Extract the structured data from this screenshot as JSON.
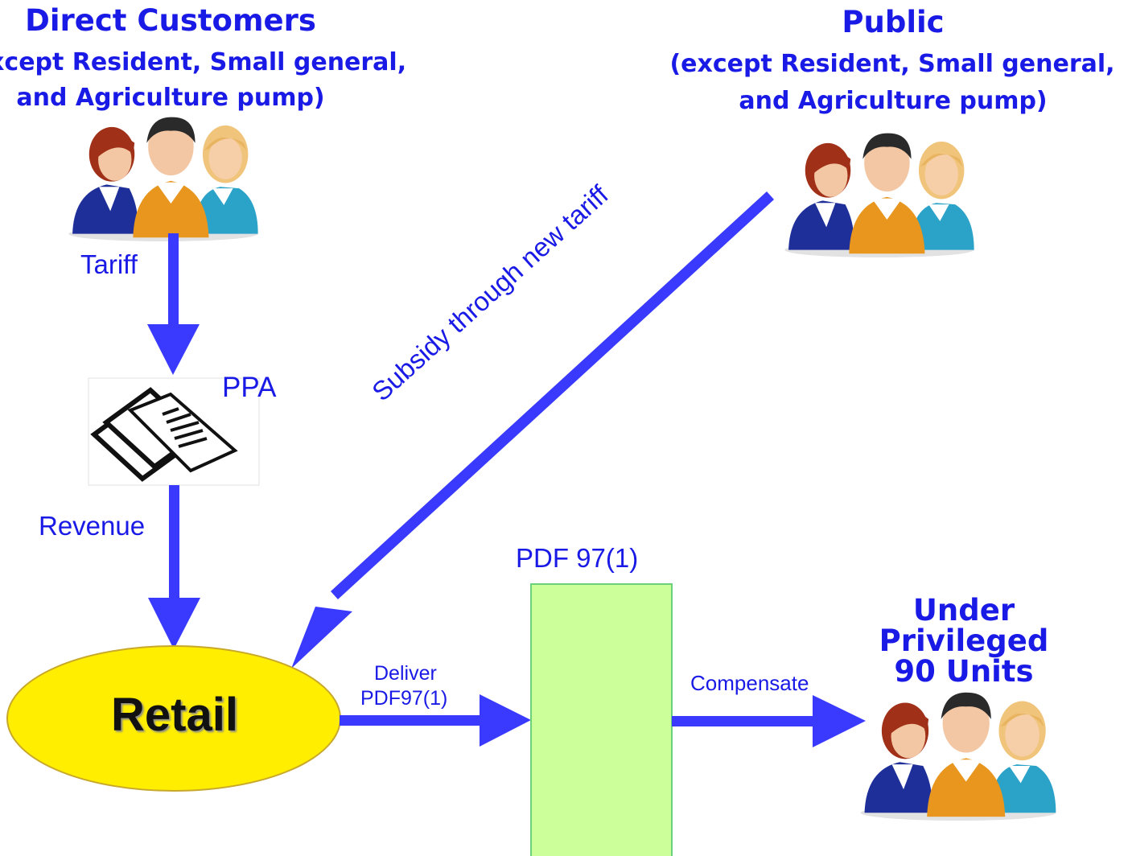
{
  "nodes": {
    "direct_customers": {
      "title": "Direct Customers",
      "subtitle_line1": "(except Resident, Small general,",
      "subtitle_line2": "and Agriculture pump)"
    },
    "public": {
      "title": "Public",
      "subtitle_line1": "(except Resident, Small general,",
      "subtitle_line2": "and Agriculture pump)"
    },
    "ppa": {
      "label": "PPA"
    },
    "retail": {
      "label": "Retail"
    },
    "pdf": {
      "label": "PDF 97(1)"
    },
    "under_privileged": {
      "line1": "Under",
      "line2": "Privileged",
      "line3": "90 Units"
    }
  },
  "edges": {
    "tariff": "Tariff",
    "revenue": "Revenue",
    "subsidy": "Subsidy through new tariff",
    "deliver_line1": "Deliver",
    "deliver_line2": "PDF97(1)",
    "compensate": "Compensate"
  },
  "colors": {
    "arrow": "#3a3aff",
    "text": "#1a1ae6",
    "retail_fill": "#ffee00",
    "pdf_fill": "#ccff99"
  },
  "icons": [
    "people-group-icon",
    "documents-icon"
  ]
}
